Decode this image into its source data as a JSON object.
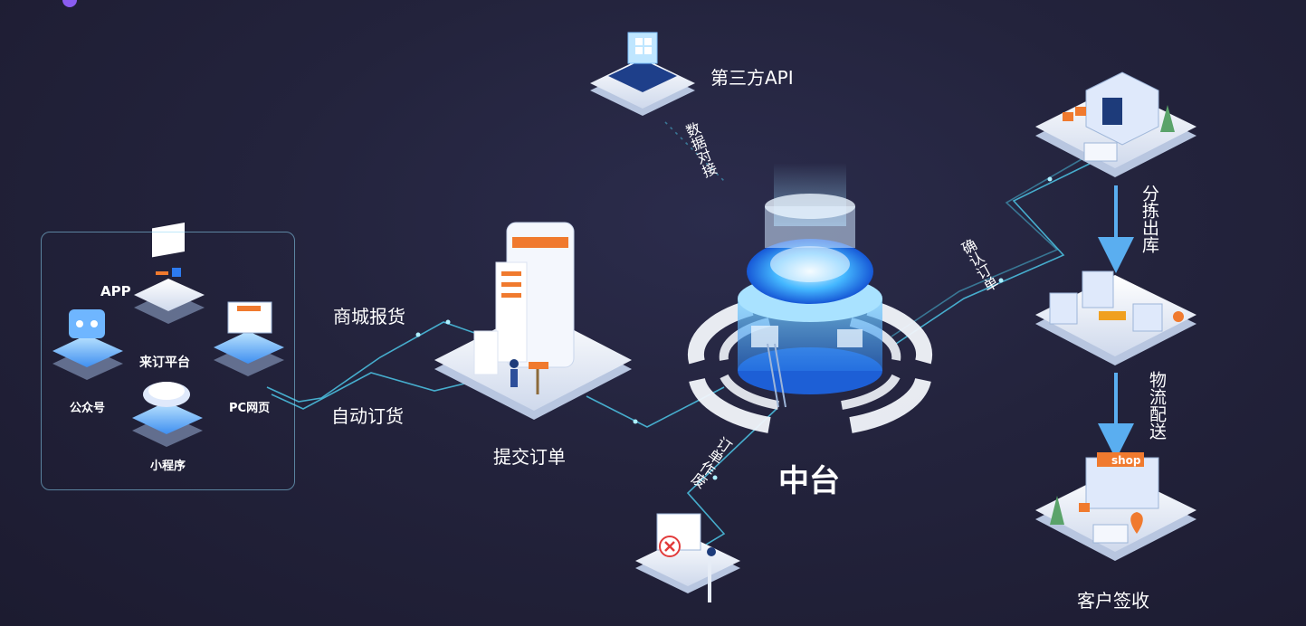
{
  "colors": {
    "background": "#23233c",
    "flow_line": "#4cc6e6",
    "arrow": "#5aaef0",
    "platform": "#e8eef8",
    "accent_blue": "#2d7bf0",
    "accent_orange": "#f07a2e"
  },
  "channels": {
    "app": "APP",
    "wechat_official": "公众号",
    "platform": "来订平台",
    "pc_web": "PC网页",
    "mini_program": "小程序"
  },
  "flow": {
    "mall_order": "商城报货",
    "auto_order": "自动订货",
    "submit_order": "提交订单",
    "third_party_api": "第三方API",
    "data_connection": "数据对接",
    "middle_platform": "中台",
    "cancel_order": "订单作废",
    "confirm_order": "确认订单",
    "pick_and_ship": "分拣出库",
    "logistics": "物流配送",
    "customer_sign": "客户签收",
    "shop_sign": "shop"
  }
}
